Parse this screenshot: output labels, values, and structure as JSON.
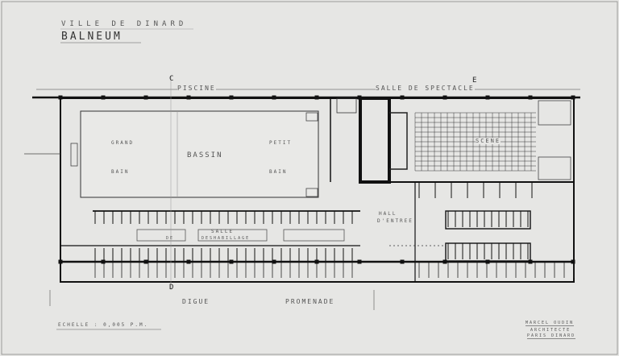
{
  "header": {
    "town": "VILLE DE DINARD",
    "title": "BALNEUM"
  },
  "sections": {
    "pool": "PISCINE",
    "hall": "SALLE DE SPECTACLE",
    "cut_c": "C",
    "cut_d": "D",
    "cut_e": "E"
  },
  "rooms": {
    "grand_bain_1": "GRAND",
    "grand_bain_2": "BAIN",
    "petit_bain_1": "PETIT",
    "petit_bain_2": "BAIN",
    "basin": "BASSIN",
    "undressing_1": "SALLE",
    "undressing_2": "DE",
    "undressing_3": "DESHABILLAGE",
    "entrance_1": "HALL",
    "entrance_2": "D'ENTREE",
    "stage": "SCENE"
  },
  "promenade": {
    "a": "DIGUE",
    "b": "PROMENADE"
  },
  "footer": {
    "scale": "ECHELLE : 0,005 P.M.",
    "architect": "MARCEL OUDIN",
    "role": "ARCHITECTE",
    "place": "PARIS DINARD"
  },
  "colors": {
    "paper": "#e6e6e4",
    "ink": "#111111"
  }
}
